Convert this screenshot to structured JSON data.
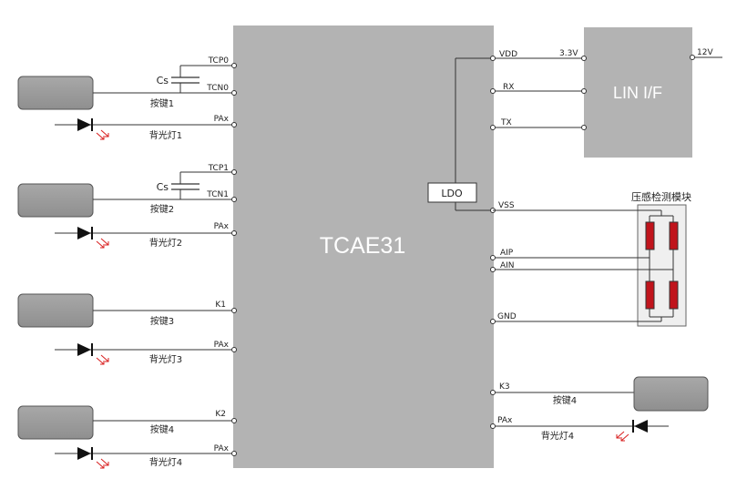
{
  "chip": {
    "name": "TCAE31"
  },
  "lin": {
    "label": "LIN I/F",
    "v_in": "3.3V",
    "v_out": "12V"
  },
  "ldo": {
    "label": "LDO"
  },
  "sensor": {
    "title": "压感检测模块"
  },
  "left_groups": [
    {
      "touch_pins": [
        "TCP0",
        "TCN0"
      ],
      "cap_label": "Cs",
      "key_label": "按键1",
      "led_pin": "PAx",
      "led_label": "背光灯1"
    },
    {
      "touch_pins": [
        "TCP1",
        "TCN1"
      ],
      "cap_label": "Cs",
      "key_label": "按键2",
      "led_pin": "PAx",
      "led_label": "背光灯2"
    },
    {
      "touch_pins": [
        "K1"
      ],
      "key_label": "按键3",
      "led_pin": "PAx",
      "led_label": "背光灯3"
    },
    {
      "touch_pins": [
        "K2"
      ],
      "key_label": "按键4",
      "led_pin": "PAx",
      "led_label": "背光灯4"
    }
  ],
  "right_pins": {
    "vdd": "VDD",
    "rx": "RX",
    "tx": "TX",
    "vss": "VSS",
    "aip": "AIP",
    "ain": "AIN",
    "gnd": "GND",
    "k3": "K3",
    "pax": "PAx"
  },
  "right_group": {
    "key_label": "按键4",
    "led_label": "背光灯4"
  },
  "colors": {
    "block": "#b3b3b3",
    "resistor": "#c0141c",
    "line": "#333333"
  }
}
